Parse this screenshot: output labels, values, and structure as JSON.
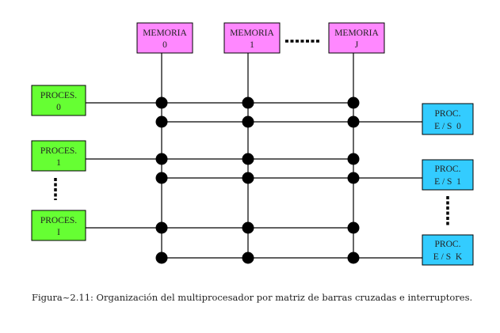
{
  "memories": [
    {
      "line1": "MEMORIA",
      "line2": "0"
    },
    {
      "line1": "MEMORIA",
      "line2": "1"
    },
    {
      "line1": "MEMORIA",
      "line2": "J"
    }
  ],
  "processors": [
    {
      "line1": "PROCES.",
      "line2": "0"
    },
    {
      "line1": "PROCES.",
      "line2": "1"
    },
    {
      "line1": "PROCES.",
      "line2": "I"
    }
  ],
  "io": [
    {
      "line1": "PROC.",
      "line2": "E / S  0"
    },
    {
      "line1": "PROC.",
      "line2": "E / S  1"
    },
    {
      "line1": "PROC.",
      "line2": "E / S  K"
    }
  ],
  "colors": {
    "memory": "#ff88ff",
    "processor": "#66ff33",
    "io": "#33ccff"
  },
  "caption": "Figura~2.11: Organización del multiprocesador por matriz de barras cruzadas e interruptores."
}
